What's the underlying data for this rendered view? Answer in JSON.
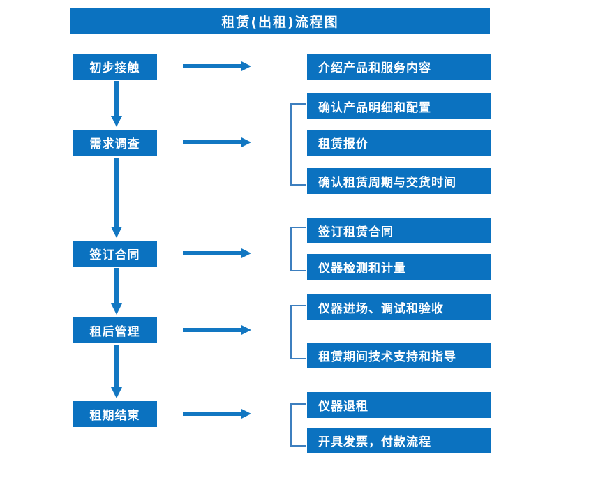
{
  "page": {
    "title": "租赁(出租)流程图",
    "background_color": "#ffffff",
    "accent_color": "#0b72c0",
    "arrow_color": "#1277c2",
    "bracket_color": "#3d7fbf",
    "text_color": "#ffffff"
  },
  "stages": [
    {
      "id": "stage-1",
      "label": "初步接触"
    },
    {
      "id": "stage-2",
      "label": "需求调查"
    },
    {
      "id": "stage-3",
      "label": "签订合同"
    },
    {
      "id": "stage-4",
      "label": "租后管理"
    },
    {
      "id": "stage-5",
      "label": "租期结束"
    }
  ],
  "details": [
    {
      "id": "detail-1-1",
      "label": "介绍产品和服务内容"
    },
    {
      "id": "detail-2-1",
      "label": "确认产品明细和配置"
    },
    {
      "id": "detail-2-2",
      "label": "租赁报价"
    },
    {
      "id": "detail-2-3",
      "label": "确认租赁周期与交货时间"
    },
    {
      "id": "detail-3-1",
      "label": "签订租赁合同"
    },
    {
      "id": "detail-3-2",
      "label": "仪器检测和计量"
    },
    {
      "id": "detail-4-1",
      "label": "仪器进场、调试和验收"
    },
    {
      "id": "detail-4-2",
      "label": "租赁期间技术支持和指导"
    },
    {
      "id": "detail-5-1",
      "label": "仪器退租"
    },
    {
      "id": "detail-5-2",
      "label": "开具发票，付款流程"
    }
  ],
  "connectors": {
    "horizontal_arrows": 5,
    "vertical_arrows": 4,
    "brackets": 4
  }
}
